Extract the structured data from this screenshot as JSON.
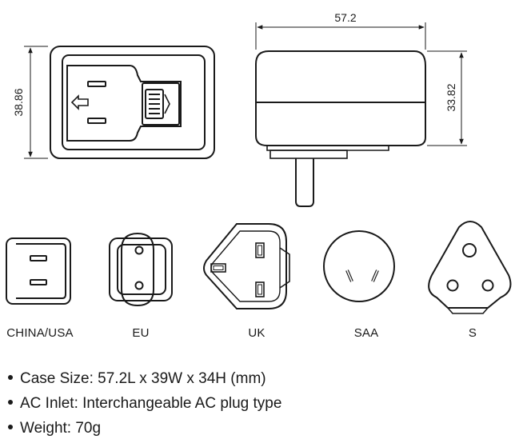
{
  "dimensions": {
    "width_label": "57.2",
    "height_front_label": "38.86",
    "height_side_label": "33.82"
  },
  "plugs": [
    {
      "key": "china-usa",
      "label": "CHINA/USA"
    },
    {
      "key": "eu",
      "label": "EU"
    },
    {
      "key": "uk",
      "label": "UK"
    },
    {
      "key": "saa",
      "label": "SAA"
    },
    {
      "key": "s",
      "label": "S"
    }
  ],
  "specs": [
    "Case Size: 57.2L x 39W x 34H (mm)",
    "AC Inlet: Interchangeable AC plug type",
    "Weight: 70g"
  ],
  "colors": {
    "line": "#1a1a1a",
    "background": "#ffffff"
  }
}
